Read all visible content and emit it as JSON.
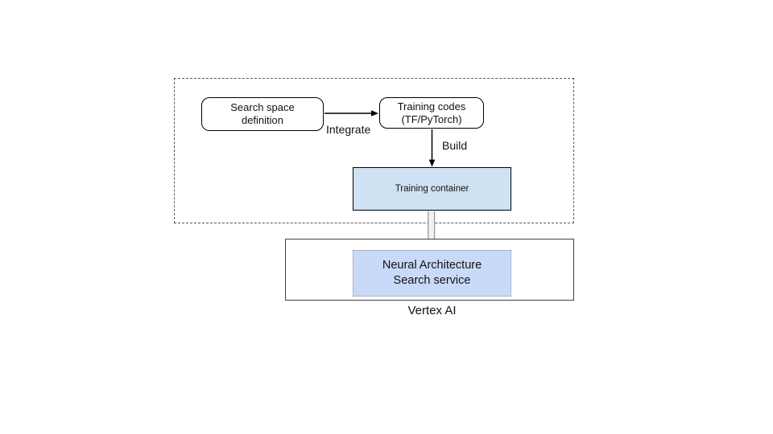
{
  "page": {
    "background": "#ffffff"
  },
  "diagram": {
    "dev_region": {
      "border_color": "#595959",
      "border_style": "dashed"
    },
    "boxes": {
      "search_space": {
        "line1": "Search space",
        "line2": "definition"
      },
      "training_codes": {
        "line1": "Training codes",
        "line2": "(TF/PyTorch)"
      },
      "training_container": {
        "label": "Training container",
        "fill": "#cfe2f3"
      },
      "nas_service": {
        "line1": "Neural Architecture",
        "line2": "Search service",
        "fill": "#c9daf8",
        "border_style": "dotted"
      }
    },
    "edges": {
      "integrate_label": "Integrate",
      "build_label": "Build"
    },
    "platform_label": "Vertex AI"
  }
}
